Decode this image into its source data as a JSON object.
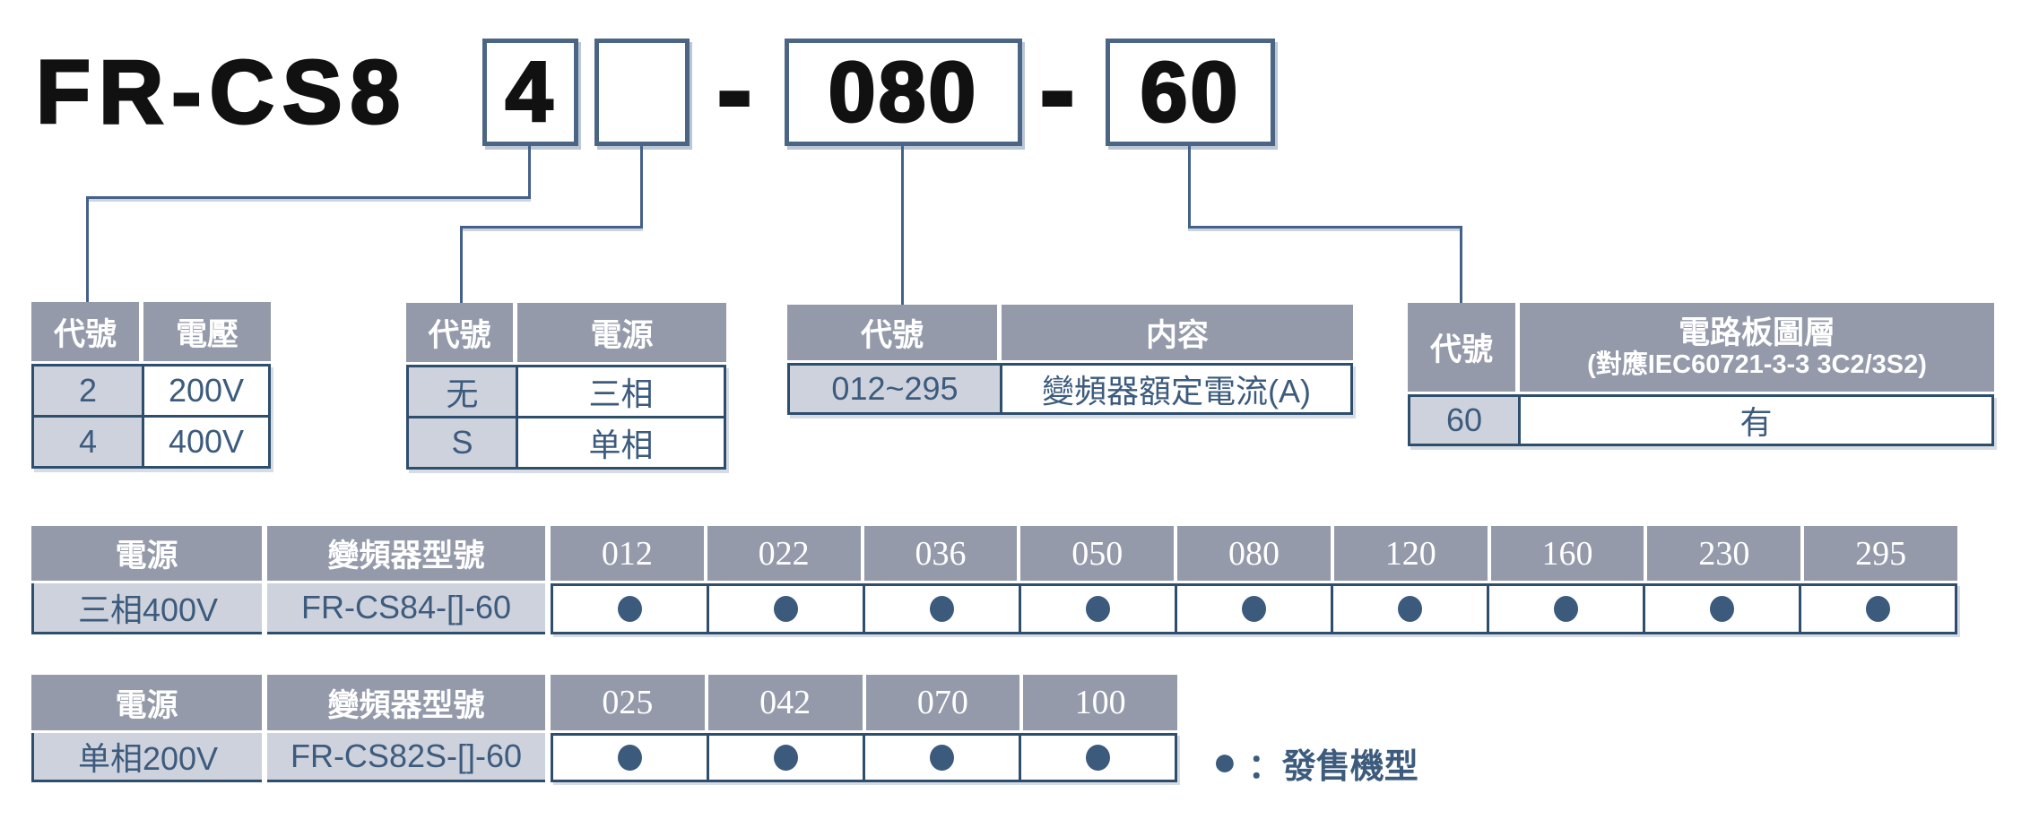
{
  "title_code": {
    "prefix": "FR-CS8",
    "voltage_code": "4",
    "phase_code": "",
    "separator1": "-",
    "current_code": "080",
    "separator2": "-",
    "board_code": "60"
  },
  "code_tables": [
    {
      "headers": [
        "代號",
        "電壓"
      ],
      "rows": [
        [
          "2",
          "200V"
        ],
        [
          "4",
          "400V"
        ]
      ]
    },
    {
      "headers": [
        "代號",
        "電源"
      ],
      "rows": [
        [
          "无",
          "三相"
        ],
        [
          "S",
          "单相"
        ]
      ]
    },
    {
      "headers": [
        "代號",
        "内容"
      ],
      "rows": [
        [
          "012~295",
          "變頻器額定電流(A)"
        ]
      ]
    },
    {
      "headers": [
        "代號",
        "電路板圖層",
        "(對應IEC60721-3-3 3C2/3S2)"
      ],
      "rows": [
        [
          "60",
          "有"
        ]
      ]
    }
  ],
  "model_tables": [
    {
      "power_header": "電源",
      "model_header": "變頻器型號",
      "power": "三相400V",
      "model": "FR-CS84-[]-60",
      "capacities": [
        "012",
        "022",
        "036",
        "050",
        "080",
        "120",
        "160",
        "230",
        "295"
      ],
      "available": [
        true,
        true,
        true,
        true,
        true,
        true,
        true,
        true,
        true
      ]
    },
    {
      "power_header": "電源",
      "model_header": "變頻器型號",
      "power": "单相200V",
      "model": "FR-CS82S-[]-60",
      "capacities": [
        "025",
        "042",
        "070",
        "100"
      ],
      "available": [
        true,
        true,
        true,
        true
      ]
    }
  ],
  "legend": {
    "symbol": "●",
    "label": "：發售機型"
  },
  "colors": {
    "header_bg": "#949AAA",
    "cell_shade": "#CED2DD",
    "border_dark": "#2E4E6E",
    "text_dark": "#3C5B7D",
    "line": "#44618A",
    "box_border": "#4B6585",
    "dot": "#3B5A7C",
    "title_text": "#111111"
  }
}
